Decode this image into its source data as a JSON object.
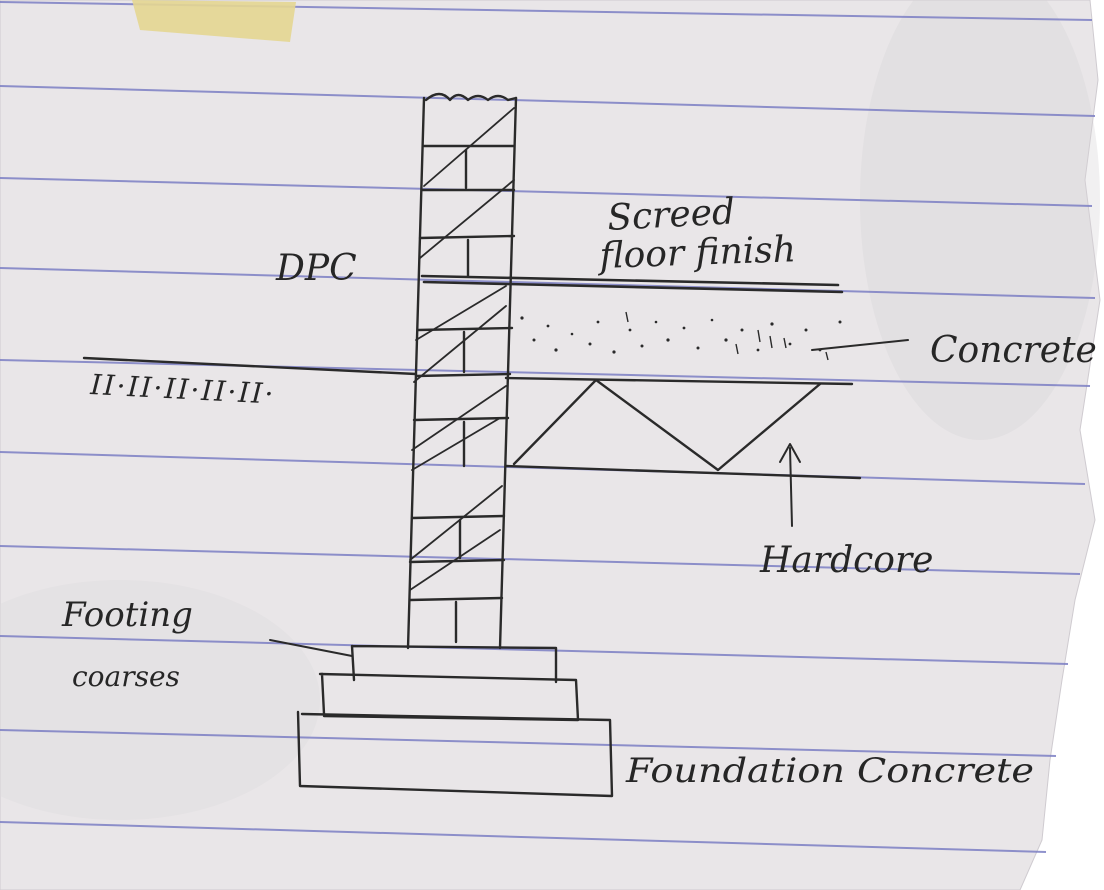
{
  "colors": {
    "paper": "#e9e6e8",
    "ruled_line": "#7c7fc4",
    "ink": "#2a2a2a",
    "tape": "#e4d691",
    "torn_edge_background": "#ffffff"
  },
  "labels": {
    "screed_line1": "Screed",
    "screed_line2": "floor finish",
    "dpc": "DPC",
    "concrete": "Concrete",
    "ground_level": "II·II·II·II·II·",
    "hardcore": "Hardcore",
    "footing_line1": "Footing",
    "footing_line2": "coarses",
    "foundation": "Foundation Concrete"
  }
}
